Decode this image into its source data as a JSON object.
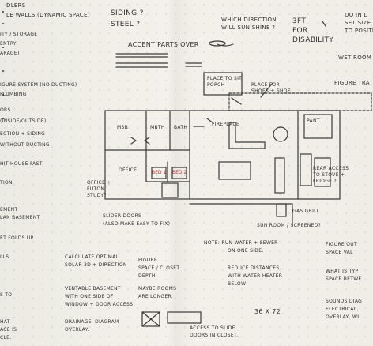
{
  "left": [
    "DLERS",
    "LE WALLS (DYNAMIC SPACE)",
    "ITY / STORAGE",
    "ENTRY",
    "ARAGE)",
    "IGURE SYSTEM (NO DUCTING)",
    "PLUMBING",
    "ORS",
    "(INSIDE/OUTSIDE)",
    "ECTION + SIDING",
    "WITHOUT DUCTING",
    "HIT HOUSE FAST",
    "TION",
    "EMENT",
    "LAN BASEMENT",
    "ET FOLDS UP",
    "LLS",
    "S TO",
    "HAT",
    "ACE IS",
    "CLE."
  ],
  "top": {
    "siding": "SIDING ?",
    "steel": "STEEL ?",
    "direction_1": "WHICH DIRECTION",
    "direction_2": "WILL SUN SHINE ?",
    "ft": "3FT",
    "for": "FOR",
    "disability": "DISABILITY",
    "accent": "ACCENT PARTS OVER"
  },
  "right": [
    "DO IN L",
    "SET SIZE",
    "TO POSITIO",
    "WET ROOM",
    "FIGURE TRA"
  ],
  "plan": {
    "porch_1": "PLACE TO SIT",
    "porch_2": "PORCH",
    "place_1": "PLACE FOR",
    "place_2": "SHOES + SHOE",
    "msb": "MSB",
    "mbth": "MBTH",
    "bath": "BATH",
    "fireplace": "FIREPLACE",
    "office": "OFFICE",
    "pantry": "PANT.",
    "rear_1": "REAR ACCESS",
    "rear_2": "TO STOVE +",
    "rear_3": "FRIDGE ?",
    "office_futon_1": "OFFICE +",
    "office_futon_2": "FUTON",
    "office_futon_3": "STUDY?",
    "gas_grill": "GAS GRILL",
    "sunroom": "SUN ROOM / SCREENED?",
    "slider_1": "SLIDER DOORS",
    "slider_2": "(ALSO MAKE EASY TO FIX)"
  },
  "lower": {
    "run_1": "NOTE: RUN WATER + SEWER",
    "run_2": "ON ONE SIDE.",
    "reduce_1": "REDUCE DISTANCES.",
    "reduce_2": "WITH WATER HEATER",
    "reduce_3": "BELOW",
    "calc_1": "CALCULATE OPTIMAL",
    "calc_2": "SOLAR 3D + DIRECTION",
    "figure_1": "FIGURE",
    "figure_2": "SPACE / CLOSET",
    "figure_3": "DEPTH.",
    "maybe_1": "MAYBE ROOMS",
    "maybe_2": "ARE LONGER.",
    "vent_1": "VENTABLE BASEMENT",
    "vent_2": "WITH ONE SIDE OF",
    "vent_3": "WINDOW + DOOR ACCESS",
    "drain_1": "DRAINAGE. DIAGRAM",
    "drain_2": "OVERLAY.",
    "dims": "36 X 72",
    "access_1": "ACCESS TO SLIDE",
    "access_2": "DOORS IN CLOSET.",
    "figout_1": "FIGURE OUT",
    "figout_2": "SPACE VAL",
    "what_1": "WHAT IS TYP",
    "what_2": "SPACE BETWE",
    "sounds_1": "SOUNDS DIAG",
    "sounds_2": "ELECTRICAL,",
    "sounds_3": "OVERLAY, WI"
  }
}
